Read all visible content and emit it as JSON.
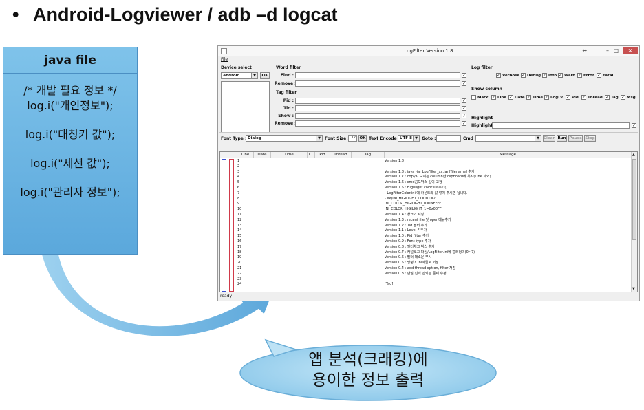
{
  "slide": {
    "bullet": "•",
    "title": "Android-Logviewer / adb –d logcat"
  },
  "note": {
    "title": "java file",
    "lines": [
      "/* 개발 필요 정보 */",
      "log.i(\"개인정보\");",
      "log.i(\"대칭키 값\");",
      "log.i(\"세션 값\");",
      "log.i(\"관리자 정보\");"
    ]
  },
  "callout": {
    "line1": "앱 분석(크래킹)에",
    "line2": "용이한 정보 출력"
  },
  "window": {
    "title": "LogFilter Version 1.8",
    "menu_file": "File",
    "move_icon": "↔",
    "minimize": "–",
    "maximize": "□",
    "close": "×",
    "device_select": {
      "label": "Device select",
      "device": "Android",
      "ok": "OK"
    },
    "word_filter": {
      "label": "Word filter",
      "find_label": "Find :",
      "remove_label": "Remove :"
    },
    "tag_filter": {
      "label": "Tag filter",
      "pid_label": "Pid :",
      "tid_label": "Tid :",
      "show_label": "Show :",
      "remove_label": "Remove :"
    },
    "log_filter": {
      "label": "Log filter",
      "items": [
        {
          "label": "Verbose",
          "checked": true
        },
        {
          "label": "Debug",
          "checked": true
        },
        {
          "label": "Info",
          "checked": true
        },
        {
          "label": "Warn",
          "checked": true
        },
        {
          "label": "Error",
          "checked": true
        },
        {
          "label": "Fatal",
          "checked": true
        }
      ]
    },
    "show_column": {
      "label": "Show column",
      "items": [
        {
          "label": "Mark",
          "checked": false
        },
        {
          "label": "Line",
          "checked": true
        },
        {
          "label": "Date",
          "checked": true
        },
        {
          "label": "Time",
          "checked": true
        },
        {
          "label": "LogLV",
          "checked": true
        },
        {
          "label": "Pid",
          "checked": true
        },
        {
          "label": "Thread",
          "checked": true
        },
        {
          "label": "Tag",
          "checked": true
        },
        {
          "label": "Msg",
          "checked": true
        }
      ]
    },
    "highlight": {
      "label": "Highlight",
      "field_label": "Highlight :"
    },
    "toolbar": {
      "font_type_label": "Font Type :",
      "font_type_value": "Dialog",
      "font_size_label": "Font Size :",
      "font_size_value": "12",
      "ok": "OK",
      "text_encode_label": "Text Encode :",
      "text_encode_value": "UTF-8",
      "goto_label": "Goto :",
      "cmd_label": "Cmd :",
      "clear": "Clear",
      "run": "Run",
      "pause": "Pause",
      "stop": "Stop"
    },
    "table": {
      "columns": [
        "Line",
        "Date",
        "Time",
        "L..",
        "Pid",
        "Thread",
        "Tag",
        "Message"
      ],
      "rows": [
        {
          "line": "1",
          "msg": "Version 1.8"
        },
        {
          "line": "2",
          "msg": ""
        },
        {
          "line": "3",
          "msg": "Version 1.8 : java -jar LogFilter_xx.jar [filename] 추가"
        },
        {
          "line": "4",
          "msg": "Version 1.7 : copy시 보이는 column만 clipboard에 복사(Line 제외)"
        },
        {
          "line": "5",
          "msg": "Version 1.6 : cmd콤보박스 길이 고정"
        },
        {
          "line": "6",
          "msg": "Version 1.5 : Highlight color list추가()"
        },
        {
          "line": "7",
          "msg": "  - LogFilterColor.ini 에 카운트와 값 넣어 주시면 됩니다."
        },
        {
          "line": "8",
          "msg": "  - ex)INI_HIGILIGHT_COUNT=2"
        },
        {
          "line": "9",
          "msg": "     INI_COLOR_HIGILIGHT_0=0xFFFF"
        },
        {
          "line": "10",
          "msg": "     INI_COLOR_HIGILIGHT_1=0x00FF"
        },
        {
          "line": "11",
          "msg": "Version 1.4 : 창크기 저장"
        },
        {
          "line": "12",
          "msg": "Version 1.3 : recent file 및 open메뉴추가"
        },
        {
          "line": "13",
          "msg": "Version 1.2 : Tid 필터 추가"
        },
        {
          "line": "14",
          "msg": "Version 1.1 : Level F 추가"
        },
        {
          "line": "15",
          "msg": "Version 1.0 : Pid filter 추가"
        },
        {
          "line": "16",
          "msg": "Version 0.9 : Font type 추가"
        },
        {
          "line": "17",
          "msg": "Version 0.8 : 필터체크 박스 추가"
        },
        {
          "line": "18",
          "msg": "Version 0.7 : 커널로그 파싱/LogFilter.ini에 컬러정의(0~7)"
        },
        {
          "line": "19",
          "msg": "Version 0.6 : 필터 대소문 무시"
        },
        {
          "line": "20",
          "msg": "Version 0.5 : 명령어 ini파일로 저장"
        },
        {
          "line": "21",
          "msg": "Version 0.4 : add thread option, filter 저장"
        },
        {
          "line": "22",
          "msg": "Version 0.3 : 단말 선택 안되는 문제 수정"
        },
        {
          "line": "23",
          "msg": ""
        },
        {
          "line": "24",
          "msg": "[Tag]"
        }
      ]
    },
    "status": "ready"
  },
  "colors": {
    "note_fill": "#6db5e3",
    "callout_fill": "#a8d7f0",
    "arrow_fill": "#8ec8ea",
    "close_button": "#c75050"
  }
}
